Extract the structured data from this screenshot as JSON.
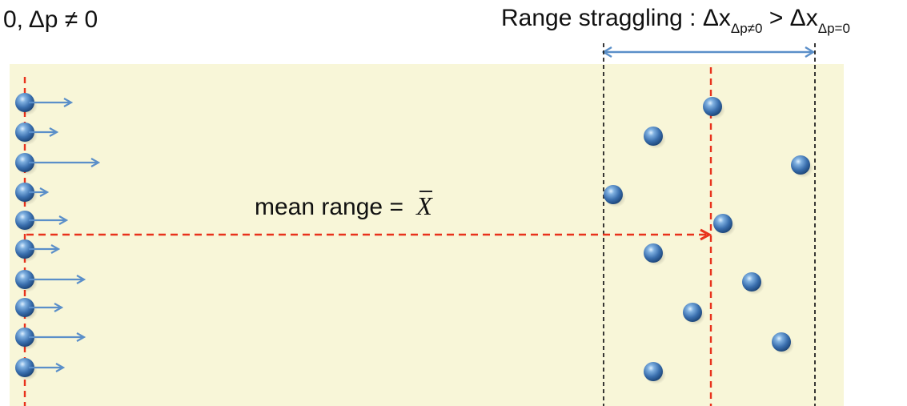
{
  "labels": {
    "top_left": "0, Δp ≠ 0",
    "straggling_prefix": "Range straggling : Δx",
    "sub_neq": "Δp≠0",
    "compare": " > Δx",
    "sub_eq": "Δp=0",
    "mean_range": "mean range = ",
    "mean_symbol": "X"
  },
  "colors": {
    "panel": "#f8f6d8",
    "blue_arrow": "#5b8fc9",
    "red_dashed": "#e8321c",
    "black_dashed": "#222222",
    "particle": "#3a6fae"
  }
}
